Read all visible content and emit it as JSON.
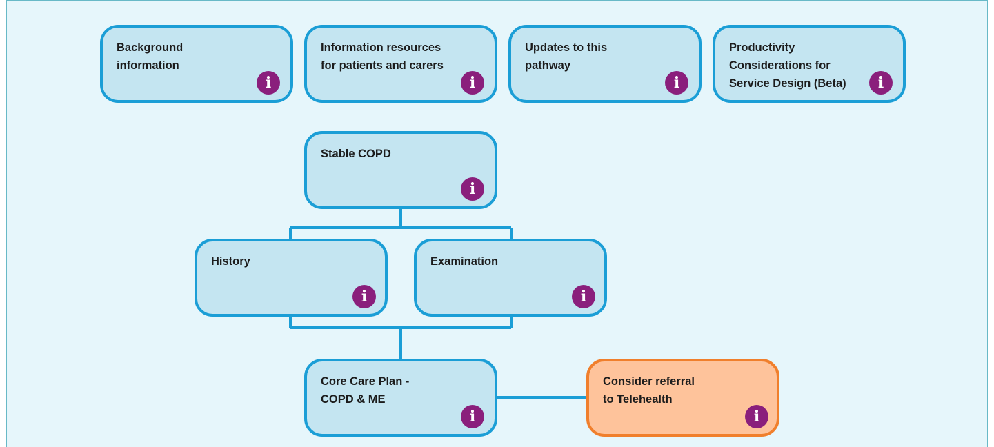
{
  "top_boxes": [
    {
      "label": "Background\ninformation",
      "icon": "info-icon"
    },
    {
      "label": "Information resources\nfor patients and carers",
      "icon": "info-icon"
    },
    {
      "label": "Updates to this\npathway",
      "icon": "info-icon"
    },
    {
      "label": "Productivity\nConsiderations for\nService Design (Beta)",
      "icon": "info-icon"
    }
  ],
  "flow": {
    "stable_copd": {
      "label": "Stable COPD"
    },
    "history": {
      "label": "History"
    },
    "examination": {
      "label": "Examination"
    },
    "core_care_plan": {
      "label": "Core Care Plan -\nCOPD & ME"
    },
    "telehealth": {
      "label": "Consider referral\nto Telehealth"
    }
  },
  "icon_glyph": "i",
  "colors": {
    "background": "#e6f6fb",
    "box_fill": "#c4e5f1",
    "box_border": "#1b9ed6",
    "highlight_fill": "#fec39b",
    "highlight_border": "#f07f2c",
    "info_icon": "#8a1f7c",
    "frame_border": "#68b9c7"
  }
}
